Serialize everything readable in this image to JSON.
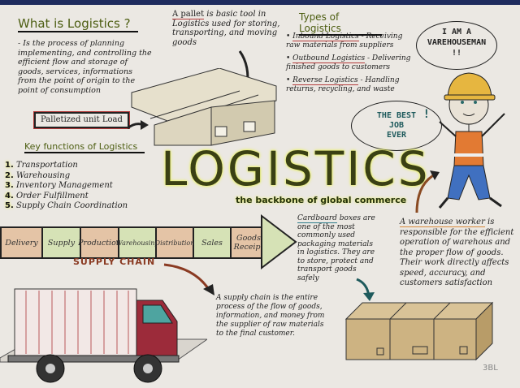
{
  "what_is": {
    "title": "What is Logistics ?",
    "text": "- Is the process of planning implementing, and controlling the efficient flow and storage of goods, services, informations from the point of origin to the point of consumption"
  },
  "pallet": {
    "lead": "A pallet",
    "text": " is basic tool in Logistics used for storing, transporting, and moving goods",
    "label": "Palletized unit Load"
  },
  "types": {
    "title": "Types of Logistics",
    "items": [
      {
        "name": "Inbound Logistics",
        "desc": " - Receiving raw materials from suppliers"
      },
      {
        "name": "Outbound Logistics",
        "desc": " - Delivering finished goods to customers"
      },
      {
        "name": "Reverse Logistics",
        "desc": " - Handling returns, recycling, and waste"
      }
    ]
  },
  "bubbles": {
    "warehouseman_1": "I AM A",
    "warehouseman_2": "VAREHOUSEMAN",
    "warehouseman_3": "!!",
    "best_1": "THE BEST",
    "best_2": "JOB",
    "best_3": "EVER",
    "best_mark": "!"
  },
  "key_functions": {
    "title": "Key functions of Logistics",
    "items": [
      {
        "num": "1.",
        "label": "Transportation"
      },
      {
        "num": "2.",
        "label": "Warehousing"
      },
      {
        "num": "3.",
        "label": "Inventory Management"
      },
      {
        "num": "4.",
        "label": "Order Fulfillment"
      },
      {
        "num": "5.",
        "label": "Supply Chain Coordination"
      }
    ]
  },
  "main": {
    "title": "LOGISTICS",
    "tagline": "the backbone of global commerce"
  },
  "supply_chain": {
    "label": "SUPPLY CHAIN",
    "steps": [
      "Delivery",
      "Supply",
      "Production",
      "Warehousing",
      "Distribution",
      "Sales",
      "Goods Receipt"
    ],
    "description": "A supply chain is the entire process of the flow of goods, information, and money from the supplier of raw materials to the final customer."
  },
  "cardboard": {
    "lead": "Cardboard",
    "text": " boxes are one of the most commonly used packaging materials in logistics. They are to store, protect and transport goods safely"
  },
  "worker": {
    "lead": "A warehouse worker",
    "text": " is responsible for the efficient operation of warehous and the proper flow of goods. Their work directly affects speed, accuracy, and customers satisfaction"
  },
  "signature": "3BL"
}
